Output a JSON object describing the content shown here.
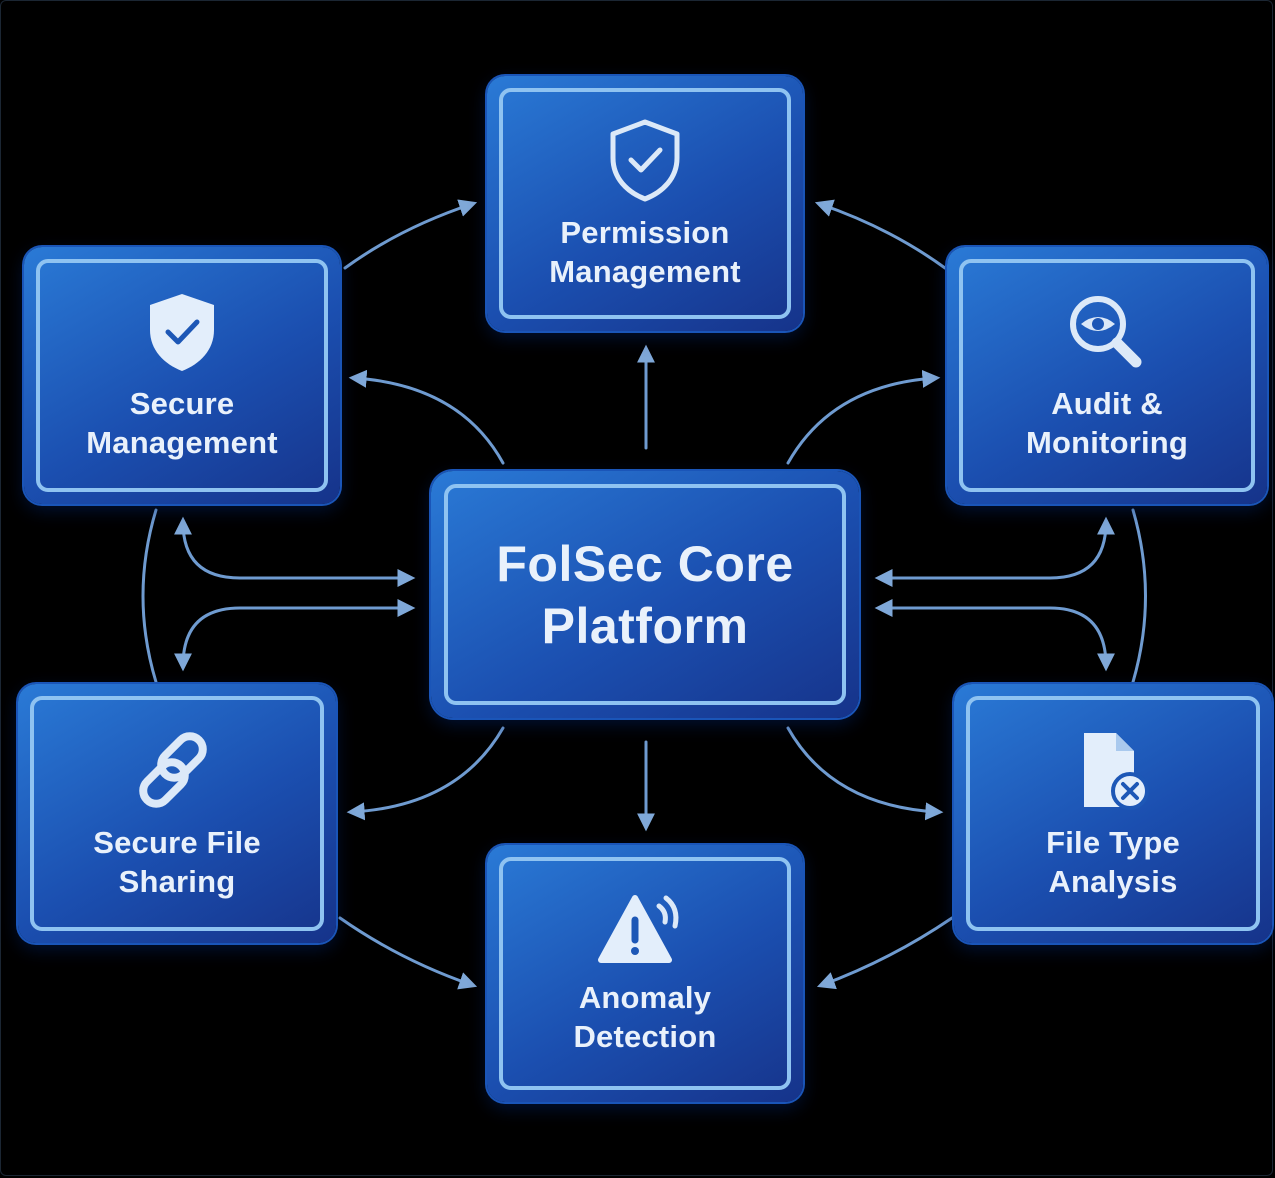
{
  "core": {
    "line1": "FolSec Core",
    "line2": "Platform"
  },
  "modules": {
    "permission": {
      "line1": "Permission",
      "line2": "Management",
      "icon": "shield-outline-check-icon"
    },
    "secure_mgmt": {
      "line1": "Secure",
      "line2": "Management",
      "icon": "shield-check-icon"
    },
    "audit": {
      "line1": "Audit &",
      "line2": "Monitoring",
      "icon": "magnifier-eye-icon"
    },
    "file_sharing": {
      "line1": "Secure File",
      "line2": "Sharing",
      "icon": "chain-link-icon"
    },
    "file_type": {
      "line1": "File Type",
      "line2": "Analysis",
      "icon": "document-x-icon"
    },
    "anomaly": {
      "line1": "Anomaly",
      "line2": "Detection",
      "icon": "warning-signal-icon"
    }
  },
  "colors": {
    "background": "#000000",
    "node_fill": "#1b4fb0",
    "node_border": "#8fc3f1",
    "text": "#e9f1fb",
    "connector": "#7fa8d8",
    "icon": "#dce9f8"
  }
}
